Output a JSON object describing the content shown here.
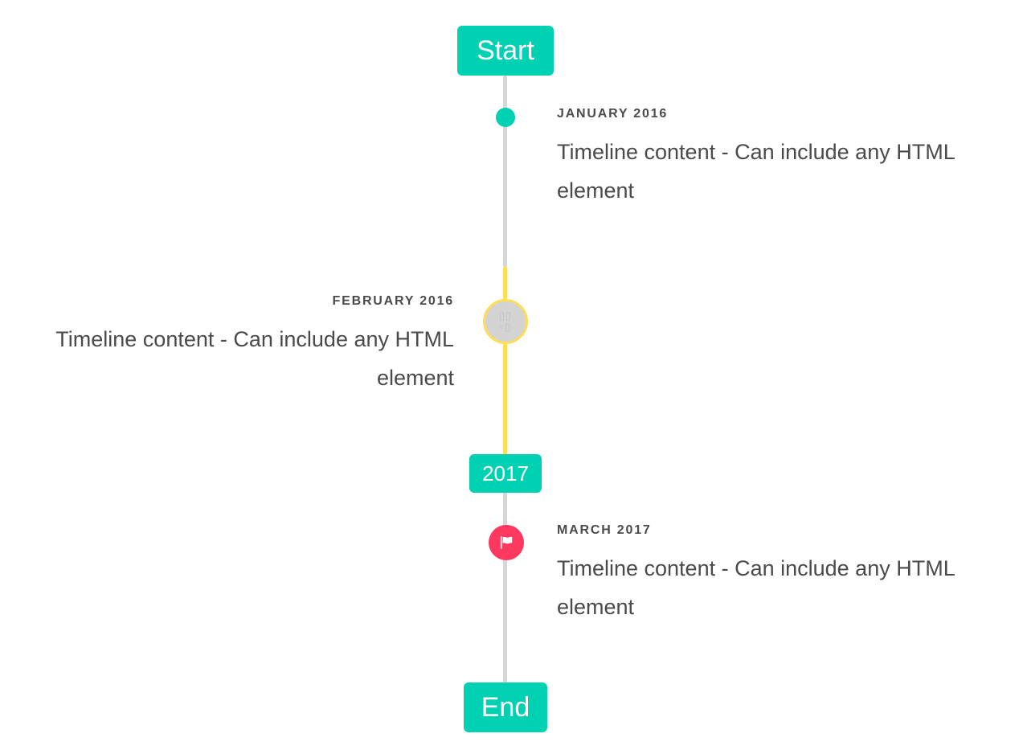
{
  "colors": {
    "accent_teal": "#00d1b2",
    "accent_yellow": "#ffdd57",
    "accent_pink": "#ff3860",
    "rail_gray": "#d6d6d6",
    "marker_gray": "#d3d3d3",
    "text": "#4a4a4a",
    "background": "#ffffff"
  },
  "timeline": {
    "header_label": "Start",
    "footer_label": "End",
    "mid_label": "2017",
    "items": [
      {
        "id": "january-2016",
        "heading": "JANUARY 2016",
        "body": "Timeline content - Can include any HTML element",
        "side": "right",
        "marker": "dot-icon",
        "marker_color": "#00d1b2"
      },
      {
        "id": "february-2016",
        "heading": "FEBRUARY 2016",
        "body": "Timeline content - Can include any HTML element",
        "side": "left",
        "marker": "placeholder-glyph-icon",
        "marker_glyph": "▯▯\n▫▯",
        "marker_color": "#d3d3d3",
        "marker_ring_color": "#ffdd57"
      },
      {
        "id": "march-2017",
        "heading": "MARCH 2017",
        "body": "Timeline content - Can include any HTML element",
        "side": "right",
        "marker": "flag-icon",
        "marker_color": "#ff3860"
      }
    ]
  }
}
